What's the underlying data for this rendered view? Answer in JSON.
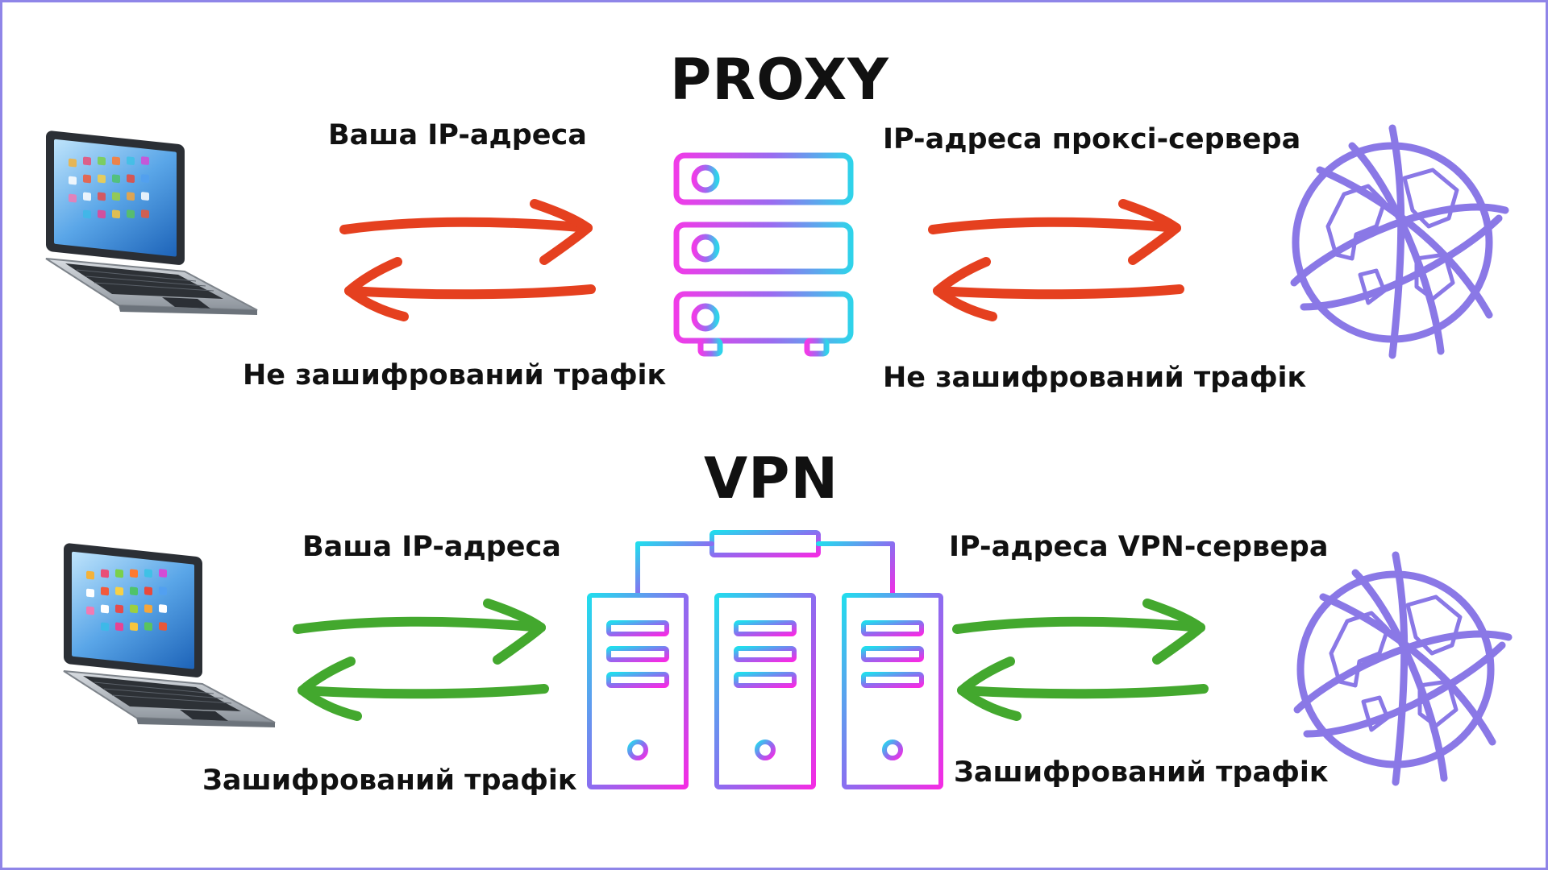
{
  "colors": {
    "frame": "#8f85e8",
    "arrow_unencrypted": "#e5401f",
    "arrow_encrypted": "#43a82e",
    "globe": "#8a78e6",
    "server_gradient": [
      "#28d6e8",
      "#8a6ef0",
      "#ee2fe6"
    ]
  },
  "proxy": {
    "title": "PROXY",
    "left_top_label": "Ваша IP-адреса",
    "left_bottom_label": "Не зашифрований трафік",
    "right_top_label": "IP-адреса проксі-сервера",
    "right_bottom_label": "Не зашифрований трафік",
    "client_icon": "laptop-icon",
    "server_icon": "server-rack-icon",
    "destination_icon": "globe-icon"
  },
  "vpn": {
    "title": "VPN",
    "left_top_label": "Ваша IP-адреса",
    "left_bottom_label": "Зашифрований трафік",
    "right_top_label": "IP-адреса VPN-сервера",
    "right_bottom_label": "Зашифрований трафік",
    "client_icon": "laptop-icon",
    "server_icon": "server-cluster-icon",
    "destination_icon": "globe-icon"
  }
}
